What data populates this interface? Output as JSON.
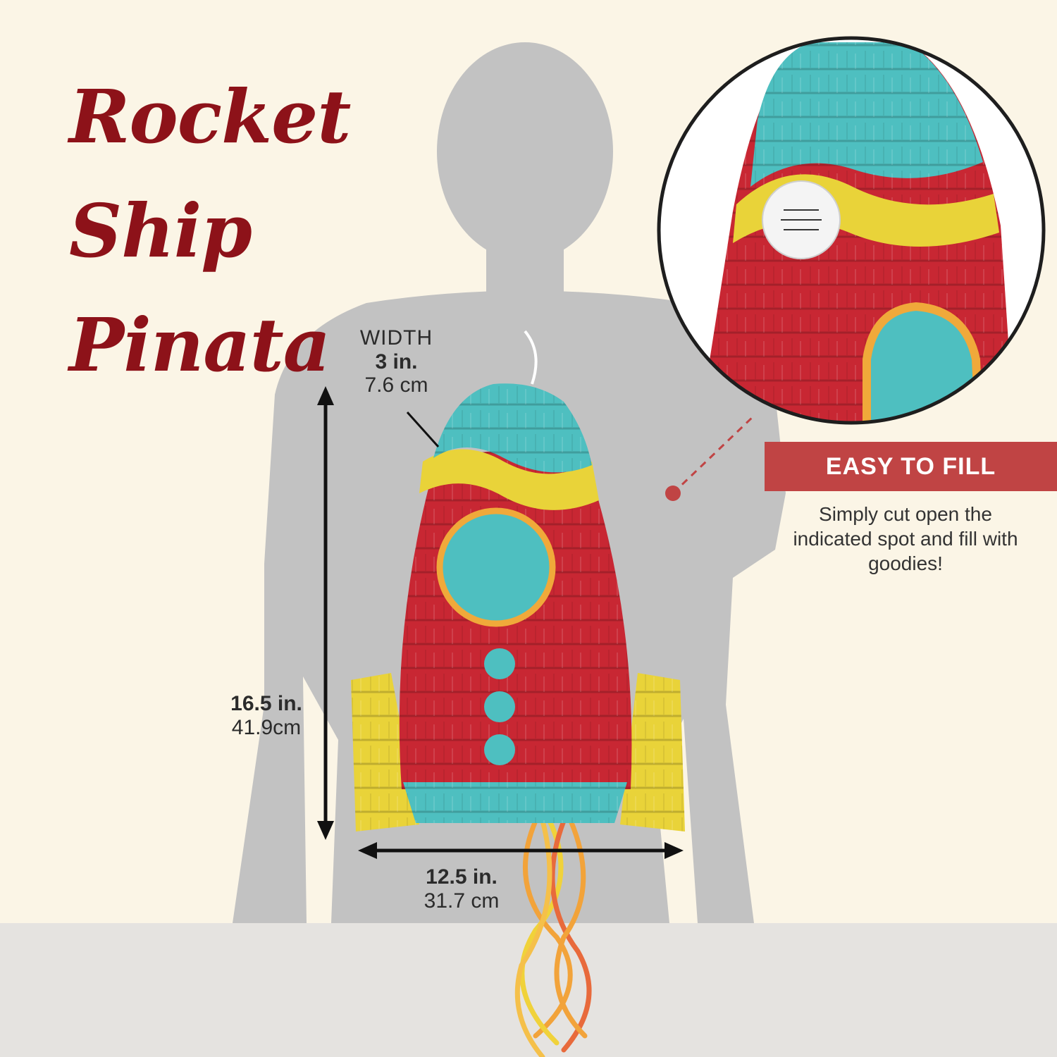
{
  "title": {
    "line1": "Rocket",
    "line2": "Ship",
    "line3": "Pinata"
  },
  "width_dim": {
    "label": "WIDTH",
    "imperial": "3 in.",
    "metric": "7.6 cm"
  },
  "height_dim": {
    "imperial": "16.5 in.",
    "metric": "41.9cm"
  },
  "length_dim": {
    "imperial": "12.5 in.",
    "metric": "31.7 cm"
  },
  "detail_callout": {
    "heading": "EASY TO FILL",
    "description": "Simply cut open the indicated spot and fill with goodies!"
  },
  "colors": {
    "background": "#fbf5e6",
    "silhouette": "#c2c2c2",
    "brand_red": "#8d1219",
    "banner_red": "#c04444",
    "rocket_red": "#c82733",
    "rocket_yellow": "#e9d339",
    "rocket_teal": "#4ebfc0",
    "trim_orange": "#f0a93a"
  }
}
